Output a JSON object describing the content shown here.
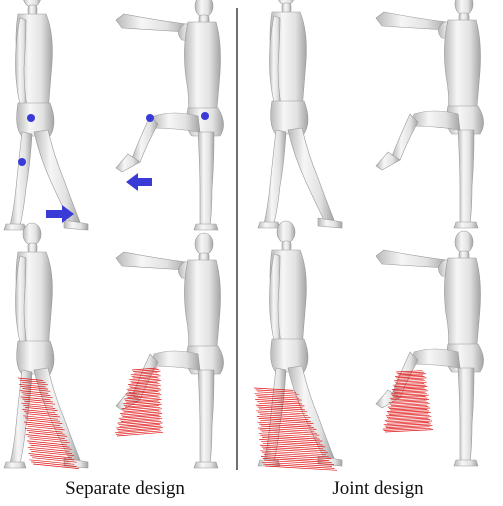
{
  "figure": {
    "captions": {
      "left": "Separate design",
      "right": "Joint design"
    },
    "colors": {
      "background": "#ffffff",
      "body_light": "#f4f4f4",
      "body_mid": "#d6d6d6",
      "body_dark": "#a8a8a8",
      "divider": "#222222",
      "marker": "#3a3ad6",
      "arrow": "#3a3ad6",
      "force_lines": "#e01010"
    },
    "panels": [
      {
        "column": "separate",
        "row": "top",
        "figures": [
          "walking-pose",
          "kicking-pose"
        ],
        "annotations": [
          "joint-markers",
          "motion-arrows"
        ]
      },
      {
        "column": "joint",
        "row": "top",
        "figures": [
          "walking-pose",
          "kicking-pose"
        ],
        "annotations": []
      },
      {
        "column": "separate",
        "row": "bottom",
        "figures": [
          "walking-pose",
          "kicking-pose"
        ],
        "annotations": [
          "force-lines"
        ]
      },
      {
        "column": "joint",
        "row": "bottom",
        "figures": [
          "walking-pose",
          "kicking-pose"
        ],
        "annotations": [
          "force-lines"
        ]
      }
    ]
  }
}
